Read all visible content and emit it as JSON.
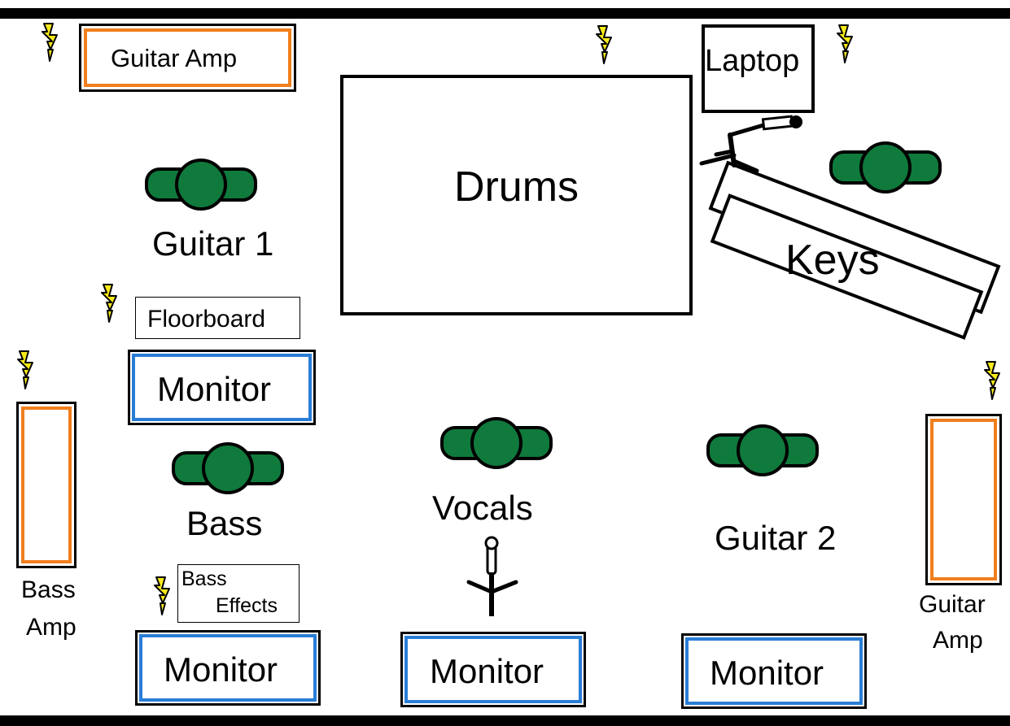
{
  "labels": {
    "guitar_amp_top": "Guitar Amp",
    "laptop": "Laptop",
    "drums": "Drums",
    "keys": "Keys",
    "guitar1": "Guitar 1",
    "floorboard": "Floorboard",
    "monitor_left_upper": "Monitor",
    "bass": "Bass",
    "bass_amp_line1": "Bass",
    "bass_amp_line2": "Amp",
    "bass_effects_line1": "Bass",
    "bass_effects_line2": "Effects",
    "vocals": "Vocals",
    "guitar2": "Guitar 2",
    "guitar_amp_right_line1": "Guitar",
    "guitar_amp_right_line2": "Amp",
    "monitor_bottom_left": "Monitor",
    "monitor_bottom_center": "Monitor",
    "monitor_bottom_right": "Monitor"
  },
  "colors": {
    "amp_border": "#f07f1e",
    "monitor_border": "#2a7dd6",
    "performer": "#0f7a3c",
    "power": "#f7ea1a"
  },
  "icons": {
    "power": "power-bolt-icon",
    "performer": "performer-icon",
    "mic_stand": "mic-stand-icon"
  }
}
